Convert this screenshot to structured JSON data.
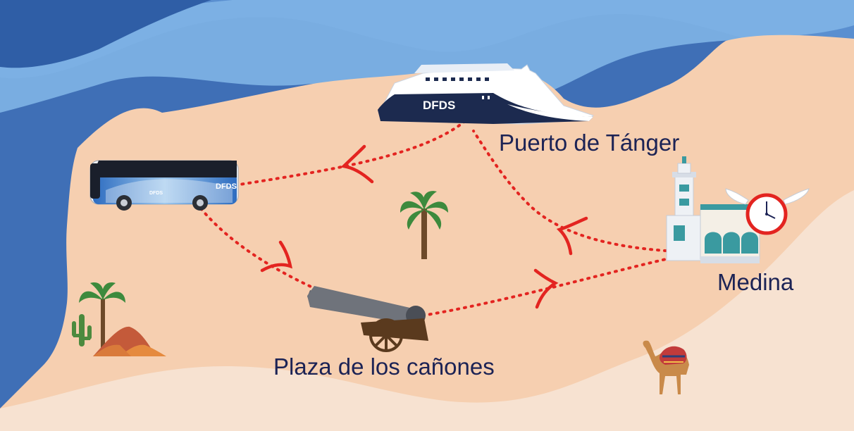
{
  "colors": {
    "sea_dark": "#3f6fb6",
    "sea_mid": "#5a8fd0",
    "sea_light": "#7fb4e5",
    "land": "#f6cfb0",
    "land_pale": "#f7e2d1",
    "route": "#e32420",
    "label": "#1c2355",
    "ferry_hull": "#1c2a4f"
  },
  "ferry": {
    "brand": "DFDS"
  },
  "bus": {
    "brand": "DFDS",
    "brand_small": "DFDS"
  },
  "labels": {
    "port": "Puerto de Tánger",
    "medina": "Medina",
    "plaza": "Plaza de los cañones"
  },
  "icons": [
    "ferry-icon",
    "bus-icon",
    "palm-tree-icon",
    "mosque-icon",
    "clock-icon",
    "cannon-icon",
    "camel-icon",
    "desert-hills-icon"
  ]
}
